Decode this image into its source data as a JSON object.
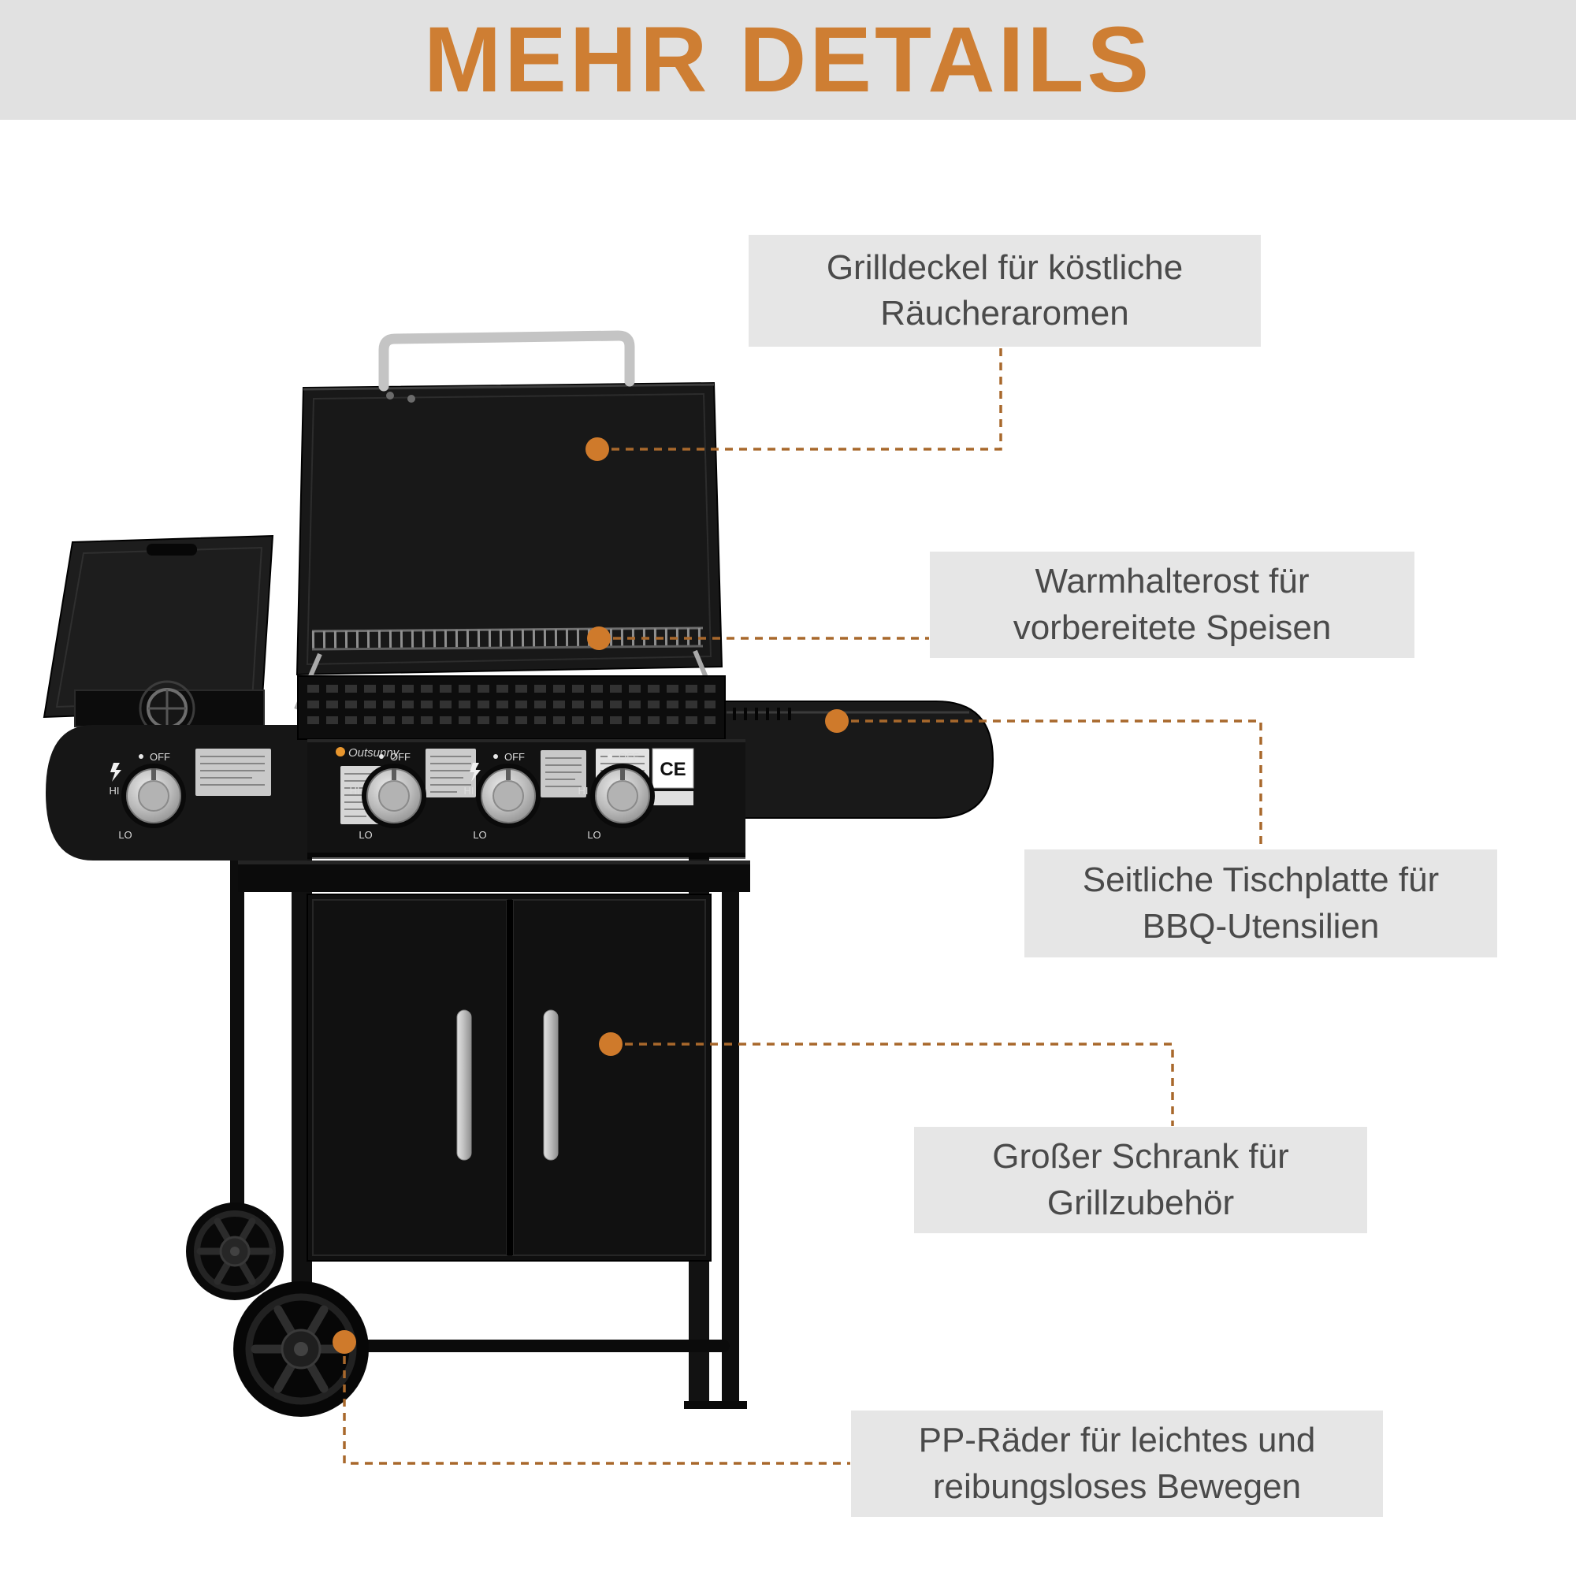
{
  "title": "MEHR DETAILS",
  "banner": {
    "bg": "#e1e1e1",
    "title_color": "#ce7e33"
  },
  "callouts": [
    {
      "id": "lid",
      "text": "Grilldeckel für köstliche Räucheraromen"
    },
    {
      "id": "warming-rack",
      "text": "Warmhalterost für vorbereitete Speisen"
    },
    {
      "id": "side-table",
      "text": "Seitliche Tischplatte für BBQ-Utensilien"
    },
    {
      "id": "cabinet",
      "text": "Großer Schrank für Grillzubehör"
    },
    {
      "id": "wheels",
      "text": "PP-Räder für leichtes und reibungsloses Bewegen"
    }
  ],
  "colors": {
    "connector": "#a8682c",
    "dot": "#cf7a2b",
    "callout_bg": "#e6e6e6",
    "callout_text": "#4a4a4a",
    "grill_body": "#141414"
  },
  "product": {
    "brand": "Outsunny",
    "ce_mark": "CE",
    "knob_labels": {
      "off": "OFF",
      "hi": "HI",
      "lo": "LO"
    }
  }
}
